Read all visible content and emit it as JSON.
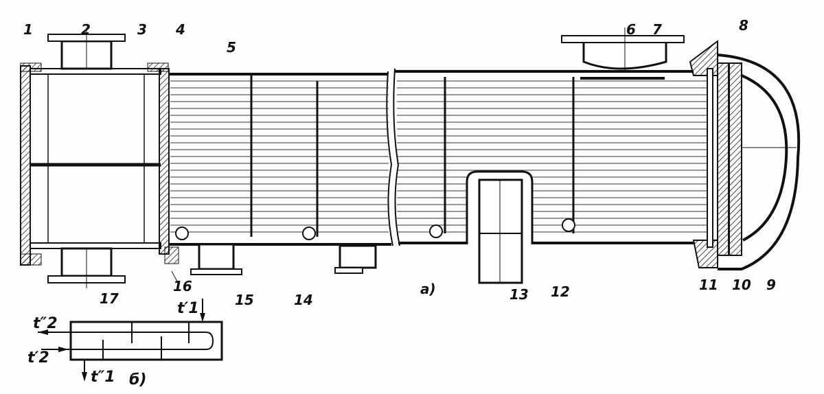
{
  "figure": {
    "part_labels": [
      "1",
      "2",
      "3",
      "4",
      "5",
      "6",
      "7",
      "8",
      "9",
      "10",
      "11",
      "12",
      "13",
      "14",
      "15",
      "16",
      "17"
    ],
    "view_a_label": "а)",
    "view_b_label": "б)",
    "schematic": {
      "t1_in": "t′1",
      "t1_out": "t″1",
      "t2_in": "t′2",
      "t2_out": "t″2"
    }
  }
}
